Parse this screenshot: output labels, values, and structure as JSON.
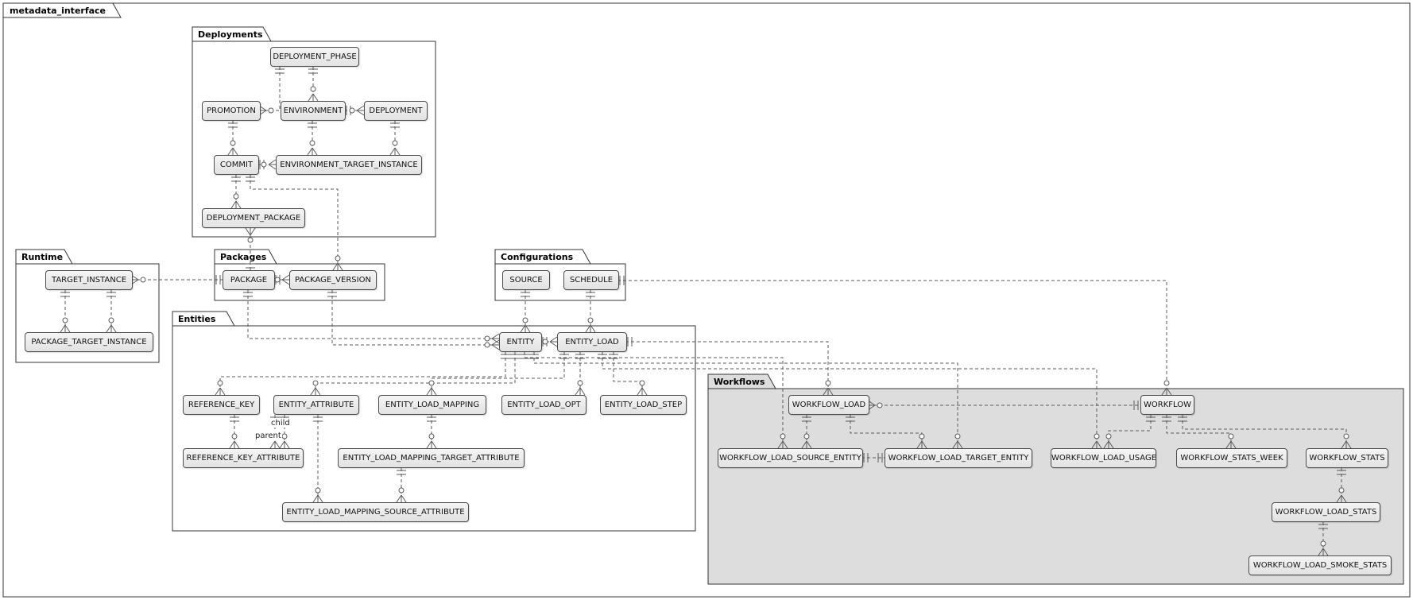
{
  "frame": {
    "title": "metadata_interface"
  },
  "groups": {
    "deployments": {
      "label": "Deployments"
    },
    "runtime": {
      "label": "Runtime"
    },
    "packages": {
      "label": "Packages"
    },
    "configurations": {
      "label": "Configurations"
    },
    "entities": {
      "label": "Entities"
    },
    "workflows": {
      "label": "Workflows"
    }
  },
  "entities": {
    "deployment_phase": "DEPLOYMENT_PHASE",
    "promotion": "PROMOTION",
    "environment": "ENVIRONMENT",
    "deployment": "DEPLOYMENT",
    "commit": "COMMIT",
    "environment_target_instance": "ENVIRONMENT_TARGET_INSTANCE",
    "deployment_package": "DEPLOYMENT_PACKAGE",
    "target_instance": "TARGET_INSTANCE",
    "package_target_instance": "PACKAGE_TARGET_INSTANCE",
    "package": "PACKAGE",
    "package_version": "PACKAGE_VERSION",
    "source": "SOURCE",
    "schedule": "SCHEDULE",
    "entity": "ENTITY",
    "entity_load": "ENTITY_LOAD",
    "reference_key": "REFERENCE_KEY",
    "entity_attribute": "ENTITY_ATTRIBUTE",
    "entity_load_mapping": "ENTITY_LOAD_MAPPING",
    "entity_load_opt": "ENTITY_LOAD_OPT",
    "entity_load_step": "ENTITY_LOAD_STEP",
    "reference_key_attribute": "REFERENCE_KEY_ATTRIBUTE",
    "entity_load_mapping_target_attribute": "ENTITY_LOAD_MAPPING_TARGET_ATTRIBUTE",
    "entity_load_mapping_source_attribute": "ENTITY_LOAD_MAPPING_SOURCE_ATTRIBUTE",
    "workflow_load": "WORKFLOW_LOAD",
    "workflow": "WORKFLOW",
    "workflow_load_source_entity": "WORKFLOW_LOAD_SOURCE_ENTITY",
    "workflow_load_target_entity": "WORKFLOW_LOAD_TARGET_ENTITY",
    "workflow_load_usage": "WORKFLOW_LOAD_USAGE",
    "workflow_stats_week": "WORKFLOW_STATS_WEEK",
    "workflow_stats": "WORKFLOW_STATS",
    "workflow_load_stats": "WORKFLOW_LOAD_STATS",
    "workflow_load_smoke_stats": "WORKFLOW_LOAD_SMOKE_STATS"
  },
  "edge_labels": {
    "child": "child",
    "parent": "parent"
  },
  "relationships": [
    {
      "from": "DEPLOYMENT_PHASE",
      "to": "PROMOTION",
      "cardinality": "one-to-many"
    },
    {
      "from": "DEPLOYMENT_PHASE",
      "to": "ENVIRONMENT",
      "cardinality": "one-to-many"
    },
    {
      "from": "ENVIRONMENT",
      "to": "DEPLOYMENT",
      "cardinality": "one-to-many"
    },
    {
      "from": "PROMOTION",
      "to": "COMMIT",
      "cardinality": "one-to-many"
    },
    {
      "from": "ENVIRONMENT",
      "to": "ENVIRONMENT_TARGET_INSTANCE",
      "cardinality": "one-to-many"
    },
    {
      "from": "DEPLOYMENT",
      "to": "ENVIRONMENT_TARGET_INSTANCE",
      "cardinality": "one-to-many"
    },
    {
      "from": "COMMIT",
      "to": "ENVIRONMENT_TARGET_INSTANCE",
      "cardinality": "one-to-many"
    },
    {
      "from": "COMMIT",
      "to": "DEPLOYMENT_PACKAGE",
      "cardinality": "one-to-many"
    },
    {
      "from": "COMMIT",
      "to": "PACKAGE_VERSION",
      "cardinality": "one-to-many"
    },
    {
      "from": "PACKAGE",
      "to": "DEPLOYMENT_PACKAGE",
      "cardinality": "one-to-many"
    },
    {
      "from": "PACKAGE",
      "to": "TARGET_INSTANCE",
      "cardinality": "one-to-many"
    },
    {
      "from": "TARGET_INSTANCE",
      "to": "PACKAGE_TARGET_INSTANCE",
      "cardinality": "one-to-many"
    },
    {
      "from": "TARGET_INSTANCE",
      "to": "PACKAGE_TARGET_INSTANCE",
      "cardinality": "one-to-many"
    },
    {
      "from": "PACKAGE",
      "to": "PACKAGE_VERSION",
      "cardinality": "one-to-many"
    },
    {
      "from": "SOURCE",
      "to": "ENTITY",
      "cardinality": "one-to-many"
    },
    {
      "from": "SCHEDULE",
      "to": "ENTITY_LOAD",
      "cardinality": "one-to-many"
    },
    {
      "from": "SCHEDULE",
      "to": "WORKFLOW",
      "cardinality": "one-to-many"
    },
    {
      "from": "ENTITY",
      "to": "ENTITY_LOAD",
      "cardinality": "one-to-many"
    },
    {
      "from": "PACKAGE",
      "to": "ENTITY",
      "cardinality": "one-to-many"
    },
    {
      "from": "PACKAGE_VERSION",
      "to": "ENTITY",
      "cardinality": "one-to-many"
    },
    {
      "from": "ENTITY",
      "to": "REFERENCE_KEY",
      "cardinality": "one-to-many"
    },
    {
      "from": "ENTITY",
      "to": "ENTITY_ATTRIBUTE",
      "cardinality": "one-to-many"
    },
    {
      "from": "ENTITY_LOAD",
      "to": "ENTITY_LOAD_MAPPING",
      "cardinality": "one-to-many"
    },
    {
      "from": "ENTITY_LOAD",
      "to": "ENTITY_LOAD_OPT",
      "cardinality": "one-to-many"
    },
    {
      "from": "ENTITY_LOAD",
      "to": "ENTITY_LOAD_STEP",
      "cardinality": "one-to-many"
    },
    {
      "from": "REFERENCE_KEY",
      "to": "REFERENCE_KEY_ATTRIBUTE",
      "cardinality": "one-to-many"
    },
    {
      "from": "ENTITY_ATTRIBUTE",
      "to": "REFERENCE_KEY_ATTRIBUTE",
      "cardinality": "one-to-many",
      "label": "child"
    },
    {
      "from": "ENTITY_ATTRIBUTE",
      "to": "REFERENCE_KEY_ATTRIBUTE",
      "cardinality": "one-to-many",
      "label": "parent"
    },
    {
      "from": "ENTITY_LOAD_MAPPING",
      "to": "ENTITY_LOAD_MAPPING_TARGET_ATTRIBUTE",
      "cardinality": "one-to-many"
    },
    {
      "from": "ENTITY_LOAD_MAPPING_TARGET_ATTRIBUTE",
      "to": "ENTITY_LOAD_MAPPING_SOURCE_ATTRIBUTE",
      "cardinality": "one-to-many"
    },
    {
      "from": "ENTITY_ATTRIBUTE",
      "to": "ENTITY_LOAD_MAPPING_SOURCE_ATTRIBUTE",
      "cardinality": "one-to-many"
    },
    {
      "from": "ENTITY",
      "to": "WORKFLOW_LOAD_SOURCE_ENTITY",
      "cardinality": "one-to-many"
    },
    {
      "from": "ENTITY",
      "to": "WORKFLOW_LOAD_TARGET_ENTITY",
      "cardinality": "one-to-many"
    },
    {
      "from": "ENTITY_LOAD",
      "to": "WORKFLOW_LOAD",
      "cardinality": "one-to-many"
    },
    {
      "from": "ENTITY_LOAD",
      "to": "WORKFLOW_LOAD_USAGE",
      "cardinality": "one-to-many"
    },
    {
      "from": "WORKFLOW_LOAD",
      "to": "WORKFLOW_LOAD_SOURCE_ENTITY",
      "cardinality": "one-to-many"
    },
    {
      "from": "WORKFLOW_LOAD",
      "to": "WORKFLOW_LOAD_TARGET_ENTITY",
      "cardinality": "one-to-many"
    },
    {
      "from": "WORKFLOW_LOAD_SOURCE_ENTITY",
      "to": "WORKFLOW_LOAD_TARGET_ENTITY",
      "cardinality": "one-to-one"
    },
    {
      "from": "WORKFLOW",
      "to": "WORKFLOW_LOAD",
      "cardinality": "one-to-many"
    },
    {
      "from": "WORKFLOW",
      "to": "WORKFLOW_LOAD_USAGE",
      "cardinality": "one-to-many"
    },
    {
      "from": "WORKFLOW",
      "to": "WORKFLOW_STATS_WEEK",
      "cardinality": "one-to-many"
    },
    {
      "from": "WORKFLOW",
      "to": "WORKFLOW_STATS",
      "cardinality": "one-to-many"
    },
    {
      "from": "WORKFLOW_STATS",
      "to": "WORKFLOW_LOAD_STATS",
      "cardinality": "one-to-many"
    },
    {
      "from": "WORKFLOW_LOAD_STATS",
      "to": "WORKFLOW_LOAD_SMOKE_STATS",
      "cardinality": "one-to-many"
    }
  ],
  "colors": {
    "background": "#ffffff",
    "entity_fill": "#eeeeee",
    "entity_border": "#4d4d4d",
    "line": "#595959",
    "workflows_fill": "#dddddd",
    "frame_border": "#333333"
  }
}
